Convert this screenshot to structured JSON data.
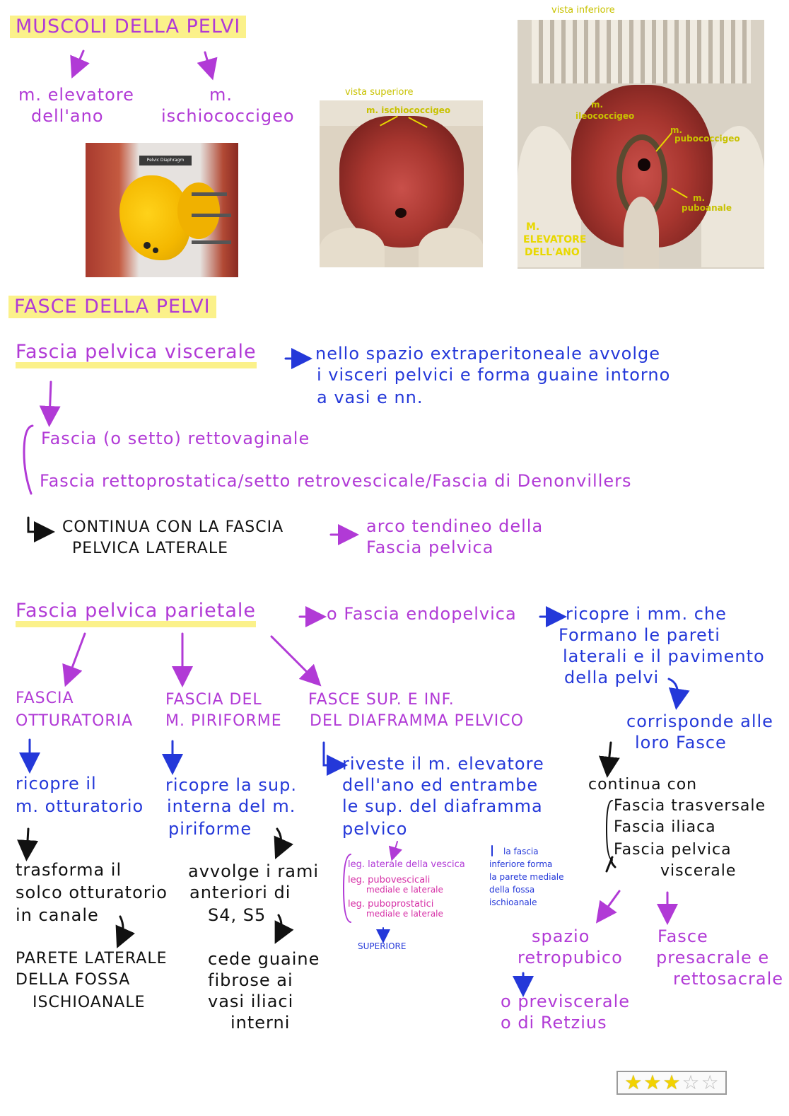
{
  "title1": "MUSCOLI DELLA PELVI",
  "m1": "m. elevatore",
  "m1b": "dell'ano",
  "m2": "m.",
  "m2b": "ischiococcigeo",
  "img_small_label": "Pelvic Diaphragm",
  "img_sup_caption": "vista superiore",
  "img_sup_label": "m. ischiococcigeo",
  "img_inf_caption": "vista inferiore",
  "img_inf_label1a": "m.",
  "img_inf_label1b": "ileococcigeo",
  "img_inf_label2a": "m.",
  "img_inf_label2b": "pubococcigeo",
  "img_inf_label3a": "m.",
  "img_inf_label3b": "puboanale",
  "img_inf_big1": "M.",
  "img_inf_big2": "ELEVATORE",
  "img_inf_big3": "DELL'ANO",
  "title2": "FASCE DELLA PELVI",
  "visc": {
    "title": "Fascia pelvica viscerale",
    "desc1": "nello spazio extraperitoneale avvolge",
    "desc2": "i visceri pelvici e forma guaine intorno",
    "desc3": "a vasi e nn.",
    "item1": "Fascia (o setto) rettovaginale",
    "item2": "Fascia rettoprostatica/setto retrovescicale/Fascia di Denonvillers",
    "cont1": "CONTINUA CON LA FASCIA",
    "cont2": "PELVICA LATERALE",
    "arco1": "arco tendineo della",
    "arco2": "Fascia pelvica"
  },
  "par": {
    "title": "Fascia pelvica parietale",
    "alt": "o Fascia endopelvica",
    "desc1": "ricopre i mm. che",
    "desc2": "Formano le pareti",
    "desc3": "laterali e il pavimento",
    "desc4": "della pelvi",
    "corr1": "corrisponde alle",
    "corr2": "loro Fasce",
    "cont": "continua con",
    "c1": "Fascia trasversale",
    "c2": "Fascia iliaca",
    "c3": "Fascia pelvica",
    "c3b": "viscerale",
    "sp1": "spazio",
    "sp2": "retropubico",
    "sp3": "o previscerale",
    "sp4": "o di Retzius",
    "fp1": "Fasce",
    "fp2": "presacrale e",
    "fp3": "rettosacrale"
  },
  "obt": {
    "t1": "FASCIA",
    "t2": "OTTURATORIA",
    "d1": "ricopre il",
    "d2": "m. otturatorio",
    "e1": "trasforma il",
    "e2": "solco otturatorio",
    "e3": "in canale",
    "f1": "PARETE LATERALE",
    "f2": "DELLA FOSSA",
    "f3": "ISCHIOANALE"
  },
  "pir": {
    "t1": "FASCIA DEL",
    "t2": "M. PIRIFORME",
    "d1": "ricopre la sup.",
    "d2": "interna del m.",
    "d3": "piriforme",
    "e1": "avvolge i rami",
    "e2": "anteriori di",
    "e3": "S4, S5",
    "f1": "cede guaine",
    "f2": "fibrose ai",
    "f3": "vasi iliaci",
    "f4": "interni"
  },
  "dia": {
    "t1": "FASCE SUP. E INF.",
    "t2": "DEL DIAFRAMMA PELVICO",
    "d1": "riveste il m. elevatore",
    "d2": "dell'ano ed entrambe",
    "d3": "le sup. del diaframma",
    "d4": "pelvico",
    "l1": "leg. laterale della vescica",
    "l2": "leg. pubovescicali",
    "l2b": "mediale e laterale",
    "l3": "leg. puboprostatici",
    "l3b": "mediale e laterale",
    "sup": "SUPERIORE",
    "r1": "la fascia",
    "r2": "inferiore forma",
    "r3": "la parete mediale",
    "r4": "della fossa",
    "r5": "ischioanale"
  },
  "rating": {
    "filled": 3,
    "total": 5
  },
  "colors": {
    "purple": "#b13ad6",
    "blue": "#2438d9",
    "highlight": "#fbf18a",
    "black": "#111111"
  }
}
